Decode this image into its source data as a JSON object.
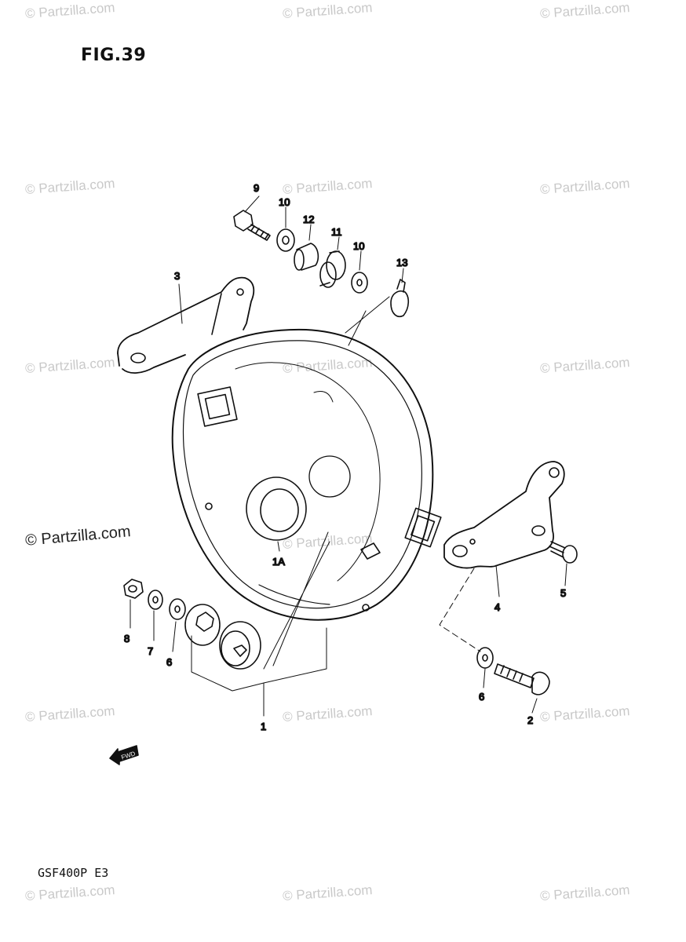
{
  "figure": {
    "title": "FIG.39",
    "model": "GSF400P E3"
  },
  "watermarks": [
    "© Partzilla.com",
    "© Partzilla.com",
    "© Partzilla.com",
    "© Partzilla.com",
    "© Partzilla.com",
    "© Partzilla.com",
    "© Partzilla.com",
    "© Partzilla.com",
    "© Partzilla.com",
    "© Partzilla.com",
    "© Partzilla.com",
    "© Partzilla.com",
    "© Partzilla.com",
    "© Partzilla.com",
    "© Partzilla.com",
    "© Partzilla.com",
    "© Partzilla.com"
  ],
  "fwd_label": "FWD",
  "callouts": {
    "c9": "9",
    "c10a": "10",
    "c12": "12",
    "c11": "11",
    "c10b": "10",
    "c13": "13",
    "c3": "3",
    "c1a": "1A",
    "c8": "8",
    "c7": "7",
    "c6a": "6",
    "c1": "1",
    "c4": "4",
    "c5": "5",
    "c6b": "6",
    "c2": "2"
  },
  "colors": {
    "ink": "#111111",
    "watermark": "#c9c9c9"
  }
}
